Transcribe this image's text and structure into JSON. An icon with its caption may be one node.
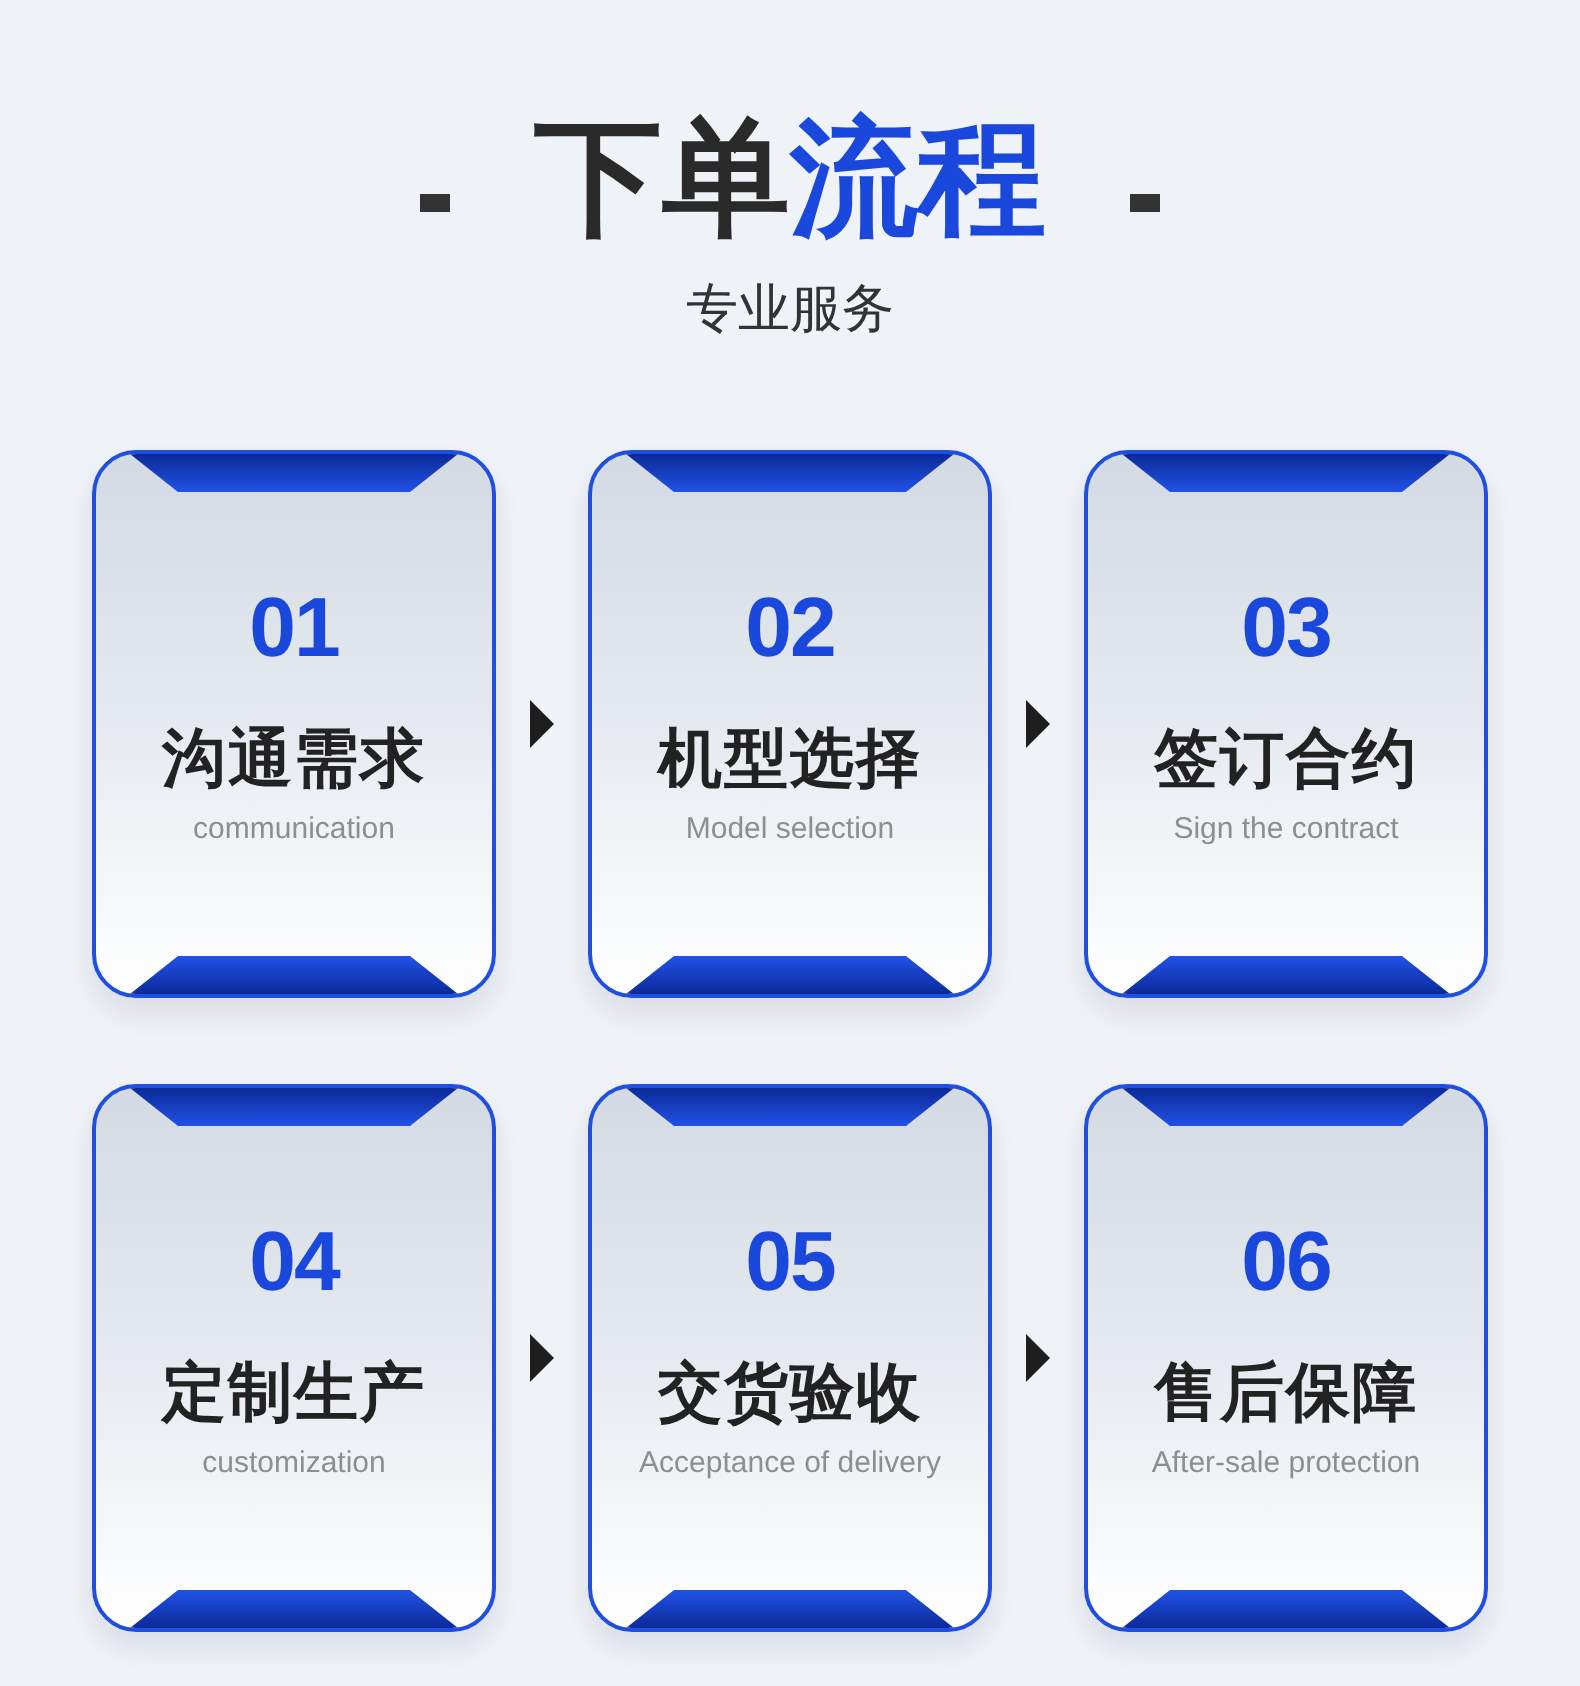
{
  "diagram": {
    "title": "下单**流程**",
    "nodes": [
      {
        "text": [
          "01",
          "沟通需求",
          "communication"
        ]
      },
      {
        "text": [
          "02",
          "机型选择",
          "Model selection"
        ]
      },
      {
        "text": [
          "03",
          "签订合约",
          "Sign the contract"
        ]
      },
      {
        "text": [
          "04",
          "定制生产",
          "customization"
        ]
      },
      {
        "text": [
          "05",
          "交货验收",
          "Acceptance of delivery"
        ]
      },
      {
        "text": [
          "06",
          "售后保障",
          "After-sale protection"
        ]
      }
    ],
    "edges": [
      {
        "from": 0,
        "to": 1,
        "arrow": "to"
      },
      {
        "from": 1,
        "to": 2,
        "arrow": "to"
      },
      {
        "from": 3,
        "to": 4,
        "arrow": "to"
      },
      {
        "from": 4,
        "to": 5,
        "arrow": "to"
      }
    ],
    "labels": [
      "专业服务"
    ]
  }
}
